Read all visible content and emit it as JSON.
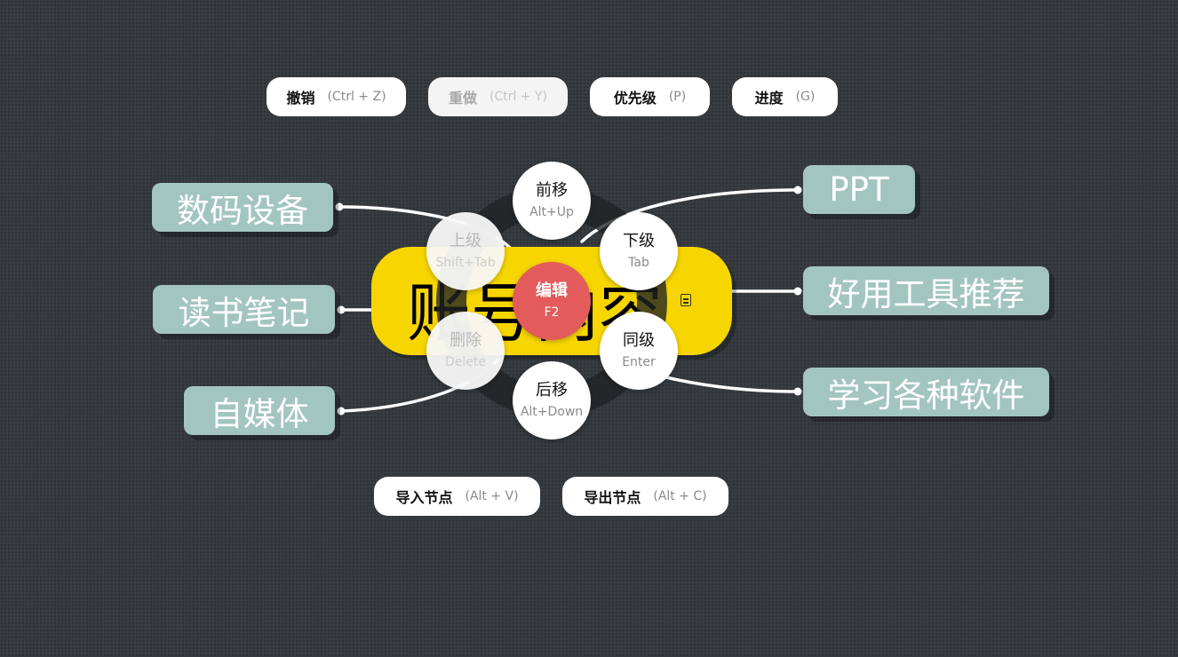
{
  "toolbar": {
    "undo": {
      "label": "撤销",
      "shortcut": "(Ctrl + Z)"
    },
    "redo": {
      "label": "重做",
      "shortcut": "(Ctrl + Y)"
    },
    "priority": {
      "label": "优先级",
      "shortcut": "(P)"
    },
    "progress": {
      "label": "进度",
      "shortcut": "(G)"
    }
  },
  "bottom_bar": {
    "import": {
      "label": "导入节点",
      "shortcut": "(Alt + V)"
    },
    "export": {
      "label": "导出节点",
      "shortcut": "(Alt + C)"
    }
  },
  "mindmap": {
    "root": "账号内容",
    "left_nodes": [
      "数码设备",
      "读书笔记",
      "自媒体"
    ],
    "right_nodes": [
      "PPT",
      "好用工具推荐",
      "学习各种软件"
    ]
  },
  "radial_menu": {
    "up": {
      "label": "前移",
      "shortcut": "Alt+Up"
    },
    "parent": {
      "label": "上级",
      "shortcut": "Shift+Tab"
    },
    "child": {
      "label": "下级",
      "shortcut": "Tab"
    },
    "edit": {
      "label": "编辑",
      "shortcut": "F2"
    },
    "delete": {
      "label": "删除",
      "shortcut": "Delete"
    },
    "sibling": {
      "label": "同级",
      "shortcut": "Enter"
    },
    "down": {
      "label": "后移",
      "shortcut": "Alt+Down"
    }
  },
  "colors": {
    "background": "#373c40",
    "root": "#f7d600",
    "node": "#a3c5bf",
    "edit_button": "#e35b5b"
  }
}
